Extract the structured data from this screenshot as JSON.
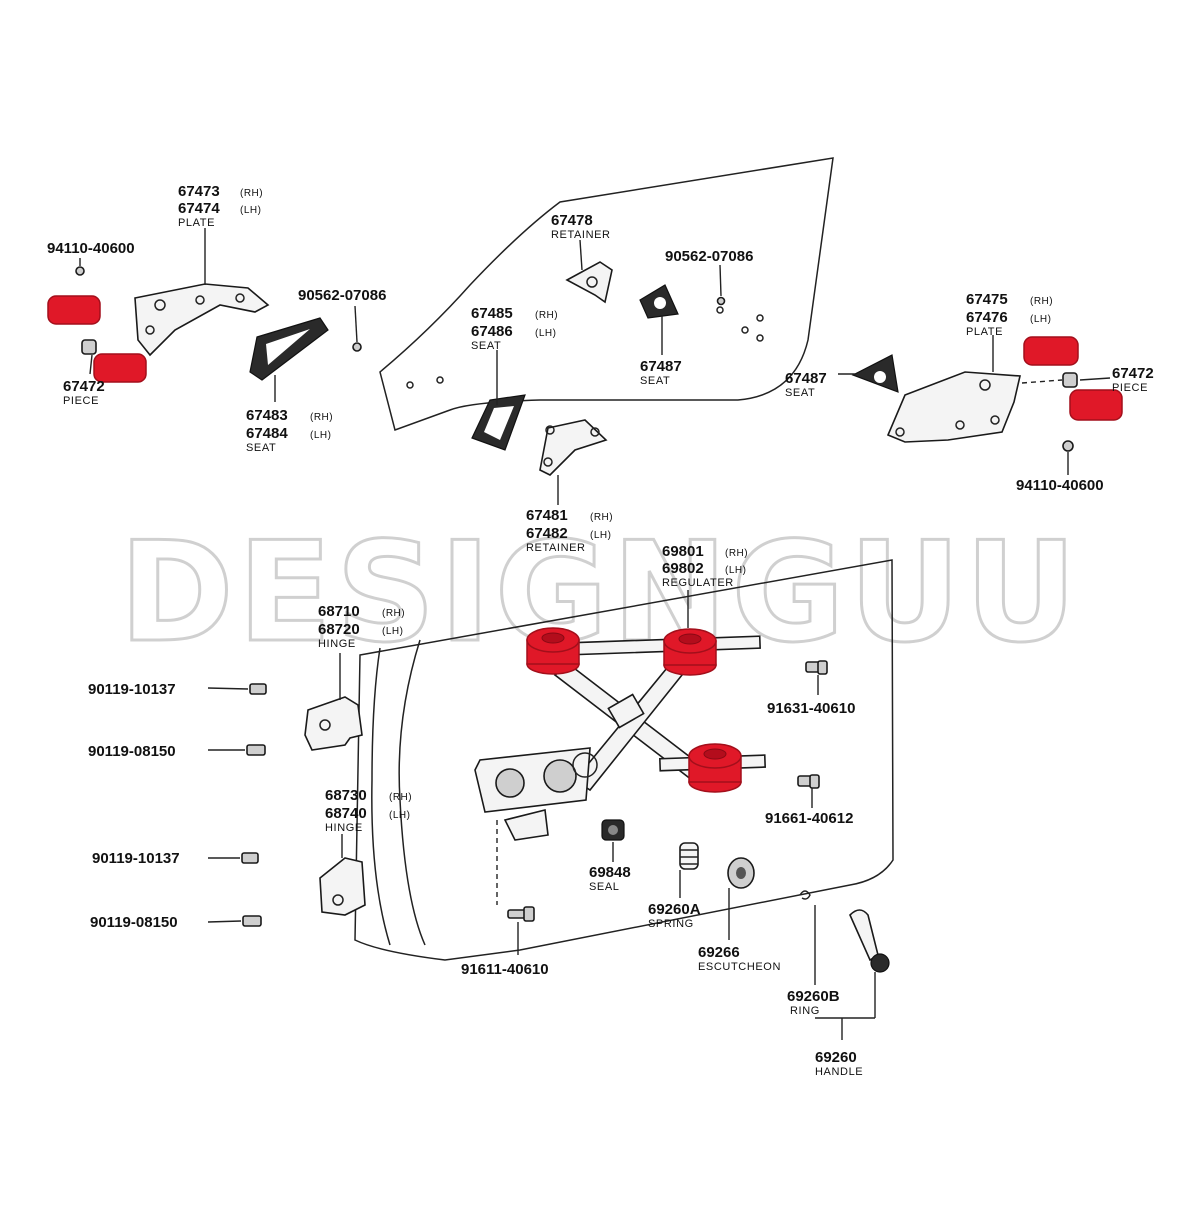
{
  "watermark": "DESIGNGUU",
  "callouts": {
    "c67473": {
      "pn1": "67473",
      "tag1": "(RH)",
      "pn2": "67474",
      "tag2": "(LH)",
      "name": "PLATE"
    },
    "c94110a": {
      "pn": "94110-40600"
    },
    "c67472a": {
      "pn": "67472",
      "name": "PIECE"
    },
    "c90562a": {
      "pn": "90562-07086"
    },
    "c67483": {
      "pn1": "67483",
      "tag1": "(RH)",
      "pn2": "67484",
      "tag2": "(LH)",
      "name": "SEAT"
    },
    "c67478": {
      "pn": "67478",
      "name": "RETAINER"
    },
    "c90562b": {
      "pn": "90562-07086"
    },
    "c67485": {
      "pn1": "67485",
      "tag1": "(RH)",
      "pn2": "67486",
      "tag2": "(LH)",
      "name": "SEAT"
    },
    "c67487a": {
      "pn": "67487",
      "name": "SEAT"
    },
    "c67475": {
      "pn1": "67475",
      "tag1": "(RH)",
      "pn2": "67476",
      "tag2": "(LH)",
      "name": "PLATE"
    },
    "c67487b": {
      "pn": "67487",
      "name": "SEAT"
    },
    "c67472b": {
      "pn": "67472",
      "name": "PIECE"
    },
    "c94110b": {
      "pn": "94110-40600"
    },
    "c67481": {
      "pn1": "67481",
      "tag1": "(RH)",
      "pn2": "67482",
      "tag2": "(LH)",
      "name": "RETAINER"
    },
    "c69801": {
      "pn1": "69801",
      "tag1": "(RH)",
      "pn2": "69802",
      "tag2": "(LH)",
      "name": "REGULATER"
    },
    "c68710": {
      "pn1": "68710",
      "tag1": "(RH)",
      "pn2": "68720",
      "tag2": "(LH)",
      "name": "HINGE"
    },
    "c90119a": {
      "pn": "90119-10137"
    },
    "c90119b": {
      "pn": "90119-08150"
    },
    "c91631": {
      "pn": "91631-40610"
    },
    "c68730": {
      "pn1": "68730",
      "tag1": "(RH)",
      "pn2": "68740",
      "tag2": "(LH)",
      "name": "HINGE"
    },
    "c91661": {
      "pn": "91661-40612"
    },
    "c90119c": {
      "pn": "90119-10137"
    },
    "c69848": {
      "pn": "69848",
      "name": "SEAL"
    },
    "c90119d": {
      "pn": "90119-08150"
    },
    "c69260A": {
      "pn": "69260A",
      "name": "SPRING"
    },
    "c69266": {
      "pn": "69266",
      "name": "ESCUTCHEON"
    },
    "c91611": {
      "pn": "91611-40610"
    },
    "c69260B": {
      "pn": "69260B",
      "name": "RING"
    },
    "c69260": {
      "pn": "69260",
      "name": "HANDLE"
    }
  },
  "colors": {
    "highlight": "#e01828",
    "ink": "#111111",
    "watermark": "#d0d0d0"
  }
}
